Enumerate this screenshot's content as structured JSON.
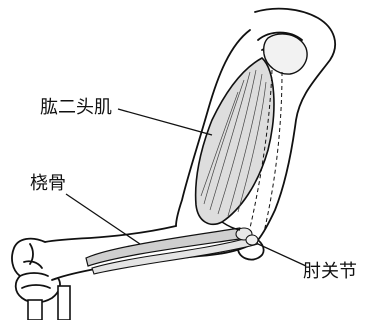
{
  "labels": {
    "biceps": "肱二头肌",
    "radius": "桡骨",
    "elbow_joint": "肘关节"
  },
  "colors": {
    "ink": "#111111",
    "muscle_fill": "#dddddd",
    "bone_fill": "#cfcfcf",
    "background": "#ffffff"
  }
}
